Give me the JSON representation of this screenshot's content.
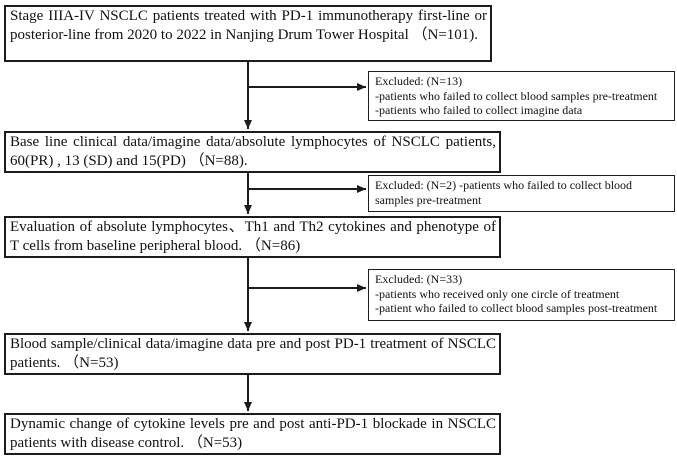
{
  "diagram": {
    "boxes": [
      {
        "text": "Stage IIIA-IV NSCLC patients treated with PD-1 immunotherapy first-line or posterior-line from 2020 to 2022 in Nanjing Drum Tower Hospital （N=101)."
      },
      {
        "text": "Base line clinical data/imagine data/absolute lymphocytes of NSCLC patients, 60(PR) , 13 (SD) and 15(PD) （N=88)."
      },
      {
        "text": "Evaluation of absolute lymphocytes、Th1 and Th2 cytokines and phenotype of T cells from baseline peripheral blood. （N=86)"
      },
      {
        "text": "Blood sample/clinical data/imagine data pre and post PD-1 treatment of NSCLC patients. （N=53)"
      },
      {
        "text": "Dynamic change of cytokine levels pre and post anti-PD-1 blockade in NSCLC patients with disease control. （N=53)"
      }
    ],
    "exclusions": [
      {
        "lines": [
          "Excluded: (N=13)",
          "-patients who failed to collect blood samples pre-treatment",
          "-patients who failed to collect imagine data"
        ]
      },
      {
        "lines": [
          "Excluded: (N=2) -patients who failed to collect blood samples pre-treatment"
        ]
      },
      {
        "lines": [
          "Excluded: (N=33)",
          "-patients who received only one circle of treatment",
          "-patient who failed to collect blood samples post-treatment"
        ]
      }
    ],
    "colors": {
      "border": "#1c1c1c",
      "background": "#ffffff",
      "text": "#111111",
      "line": "#1c1c1c"
    }
  }
}
